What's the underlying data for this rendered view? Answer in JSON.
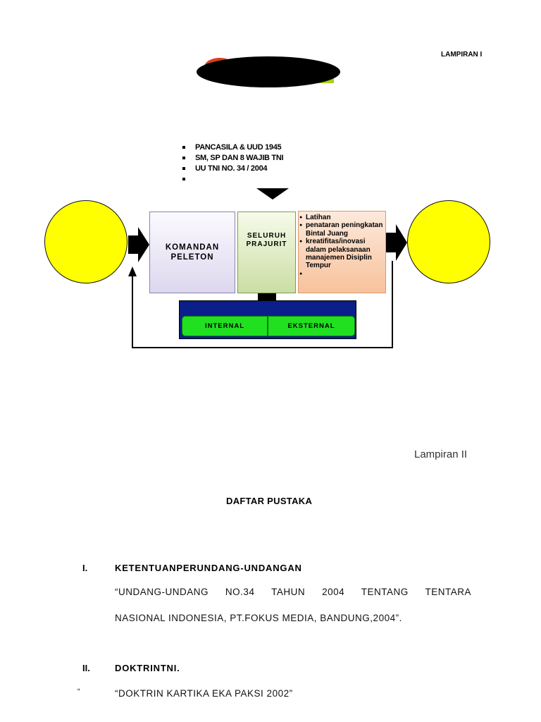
{
  "lampiran_1": {
    "label": "LAMPIRAN I",
    "inputs": [
      "PANCASILA & UUD 1945",
      "SM, SP DAN 8 WAJIB TNI",
      "UU TNI  NO. 34 / 2004",
      ""
    ],
    "box_komandan": [
      "KOMANDAN",
      "PELETON"
    ],
    "box_prajurit": [
      "SELURUH",
      "PRAJURIT"
    ],
    "box_latihan": {
      "items": [
        "Latihan",
        "penataran peningkatan Bintal Juang",
        "kreatifitas/inovasi dalam pelaksanaan manajemen Disiplin Tempur",
        ""
      ]
    },
    "environment": {
      "internal": "INTERNAL",
      "eksternal": "EKSTERNAL"
    },
    "colors": {
      "circle": "#ffff00",
      "ellipse": "#000000",
      "box_komandan": "#ddd7ee",
      "box_prajurit": "#cadea4",
      "box_latihan": "#f7c29c",
      "panel": "#0b1f8a",
      "env_button": "#20e020"
    }
  },
  "lampiran_2": {
    "label": "Lampiran II",
    "title": "DAFTAR PUSTAKA",
    "sections": [
      {
        "number": "I.",
        "title": "KETENTUANPERUNDANG-UNDANGAN",
        "lines": [
          "“UNDANG-UNDANG NO.34 TAHUN 2004 TENTANG TENTARA",
          "NASIONAL INDONESIA, PT.FOKUS MEDIA, BANDUNG,2004”."
        ]
      },
      {
        "number": "II.",
        "title": "DOKTRINTNI.",
        "mark": "“",
        "lines": [
          "“DOKTRIN KARTIKA EKA PAKSI 2002”"
        ]
      }
    ]
  }
}
